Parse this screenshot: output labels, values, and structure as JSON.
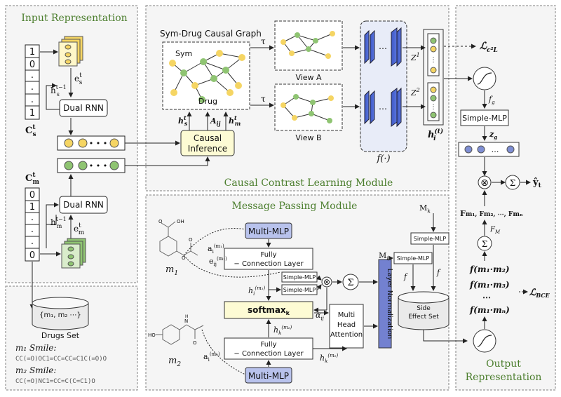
{
  "panels": {
    "input": "Input Representation",
    "causal": "Causal Contrast Learning Module",
    "message": "Message Passing Module",
    "output_line1": "Output",
    "output_line2": "Representation"
  },
  "input": {
    "cs_vector": [
      "1",
      "0",
      ".",
      ".",
      ".",
      "1"
    ],
    "cm_vector": [
      "0",
      "1",
      ".",
      ".",
      ".",
      "0"
    ],
    "cs_label": "C",
    "cs_sup": "t",
    "cs_sub": "s",
    "cm_label": "C",
    "cm_sup": "t",
    "cm_sub": "m",
    "dual_rnn_top": "Dual RNN",
    "dual_rnn_bottom": "Dual RNN",
    "es_label": "e",
    "em_label": "e",
    "hs_label": "h",
    "hm_label": "h",
    "t_minus_1": "t−1",
    "t": "t",
    "s": "s",
    "m": "m",
    "drugs_set_content": "{m₁, m₂ ⋯}",
    "drugs_set_label": "Drugs Set",
    "smile1_label": "m₁ Smile:",
    "smile1": "CC(=O)OC1=CC=CC=C1C(=O)O",
    "smile2_label": "m₂ Smile:",
    "smile2": "CC(=O)NC1=CC=C(C=C1)O",
    "dots": "• • •"
  },
  "causal": {
    "graph_title": "Sym-Drug Causal Graph",
    "sym_label": "Sym",
    "drug_label": "Drug",
    "view_a": "View A",
    "view_b": "View B",
    "tau": "τ",
    "causal_line1": "Causal",
    "causal_line2": "Inference",
    "hs_in": "h",
    "a_in": "A",
    "a_sub": "ij",
    "hm_in": "h",
    "f_label": "f(·)",
    "z1": "Z",
    "z1_sup": "1",
    "z2": "Z",
    "z2_sup": "2",
    "hi_label": "h",
    "hi_sub": "i",
    "hi_sup": "(t)",
    "ellipsis": "…"
  },
  "message": {
    "multi_mlp_top": "Multi-MLP",
    "multi_mlp_bottom": "Multi-MLP",
    "fc_line1": "Fully",
    "fc_line2": "− Connection Layer",
    "simple_mlp": "Simple-MLP",
    "softmax": "softmax",
    "softmax_sub": "k",
    "mha_line1": "Multi",
    "mha_line2": "Head",
    "mha_line3": "Attention",
    "layer_norm": "Layer Normalization",
    "side_effect_line1": "Side",
    "side_effect_line2": "Effect Set",
    "m1_label": "m",
    "m1_sub": "1",
    "m2_label": "m",
    "m2_sub": "2",
    "alpha": "α",
    "alpha_sub": "ij",
    "mk": "M",
    "mk_sub": "k",
    "mi": "M",
    "mi_sub": "i",
    "f": "f",
    "sum": "Σ",
    "otimes": "⊗",
    "a_i_m1": "a",
    "e_ij_m1": "e",
    "a_i_m2": "a",
    "h_i_m1": "h",
    "h_k_m2": "h",
    "m1_sup": "(m₁)",
    "m2_sup": "(m₂)",
    "ij": "ij",
    "i": "i",
    "k": "k",
    "ho": "HO",
    "nh": "N",
    "h": "H",
    "oh": "OH",
    "o": "O"
  },
  "output": {
    "fg": "f",
    "fg_sub": "g",
    "simple_mlp": "Simple-MLP",
    "zg": "z",
    "zg_sub": "g",
    "y_hat": "ŷ",
    "y_sub": "t",
    "fm_list": "F",
    "fm_row": "m₁, Fm₂, ⋯, Fmₙ",
    "fM": "F",
    "fM_sub": "M",
    "f_m1m2": "f(m₁·m₂)",
    "f_m1m3": "f(m₁·m₃)",
    "f_m1mn": "f(m₁·mₙ)",
    "dots_v": "⋯",
    "loss_c2l": "ℒ",
    "loss_c2l_sub": "c²L",
    "loss_bce": "ℒ",
    "loss_bce_sub": "BCE",
    "sum": "Σ",
    "otimes": "⊗"
  },
  "colors": {
    "yellow": "#f5d563",
    "green": "#8fc472",
    "blue_node": "#7f8fd4",
    "blue_box": "#7381d0",
    "panel_bg": "#f5f5f5",
    "panel_border": "#808080",
    "title_green": "#4a7d2c",
    "causal_box": "#fdfbd4",
    "softmax_box": "#fdfbd4",
    "mlp_box": "#b8c2ec"
  }
}
